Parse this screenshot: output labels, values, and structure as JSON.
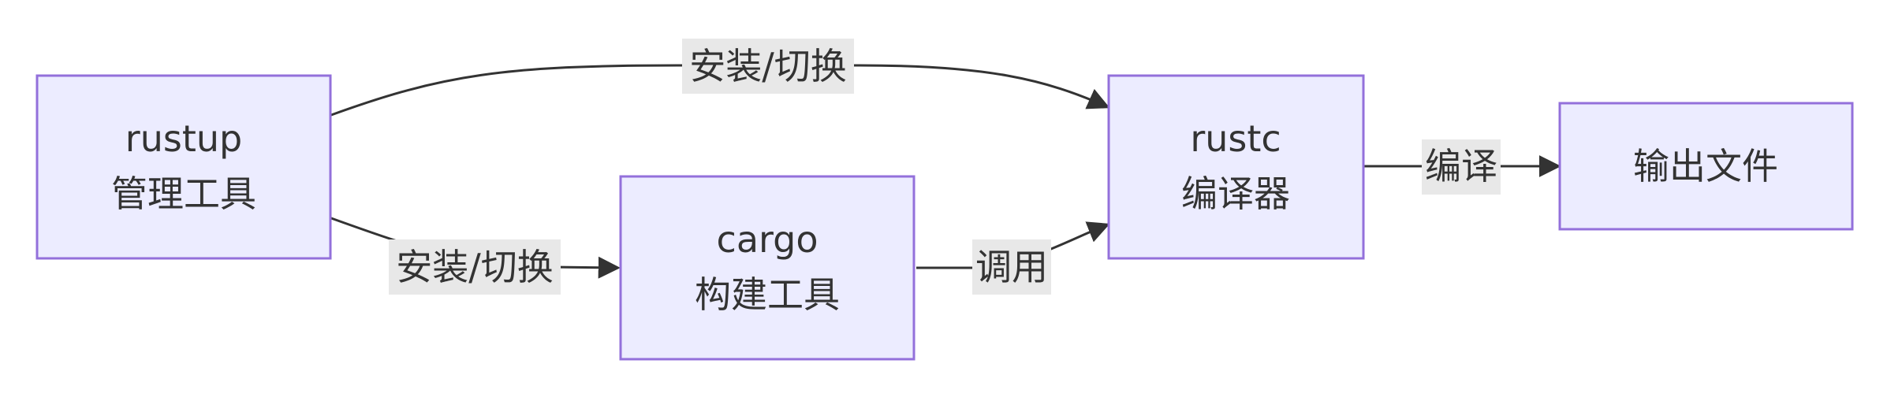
{
  "diagram": {
    "type": "flowchart",
    "direction": "left-to-right",
    "colors": {
      "node_fill": "#ececff",
      "node_stroke": "#9370db",
      "edge": "#333333",
      "label_bg": "#e8e8e8",
      "text": "#333333"
    },
    "nodes": {
      "rustup": {
        "line1": "rustup",
        "line2": "管理工具"
      },
      "cargo": {
        "line1": "cargo",
        "line2": "构建工具"
      },
      "rustc": {
        "line1": "rustc",
        "line2": "编译器"
      },
      "output": {
        "line1": "输出文件"
      }
    },
    "edges": {
      "rustup_to_rustc": {
        "from": "rustup",
        "to": "rustc",
        "label": "安装/切换"
      },
      "rustup_to_cargo": {
        "from": "rustup",
        "to": "cargo",
        "label": "安装/切换"
      },
      "cargo_to_rustc": {
        "from": "cargo",
        "to": "rustc",
        "label": "调用"
      },
      "rustc_to_output": {
        "from": "rustc",
        "to": "output",
        "label": "编译"
      }
    }
  }
}
